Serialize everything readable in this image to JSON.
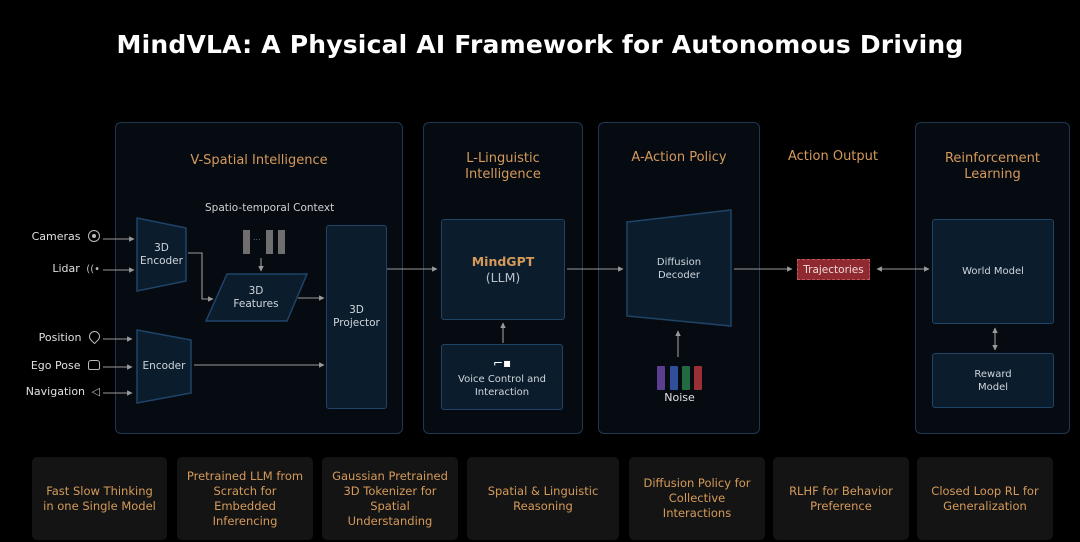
{
  "title": "MindVLA: A Physical AI Framework for Autonomous Driving",
  "colors": {
    "background": "#000000",
    "panel_border": "#1f3850",
    "node_fill": "#0b1c2c",
    "node_border": "#1f4468",
    "accent_orange": "#d59a5a",
    "trajectory_red": "#8e2a30",
    "feature_card": "#141414",
    "noise": [
      "#5b3f8e",
      "#2f4f9a",
      "#226a40",
      "#9a2f35"
    ]
  },
  "inputs": [
    {
      "label": "Cameras",
      "icon": "camera-icon"
    },
    {
      "label": "Lidar",
      "icon": "lidar-icon"
    },
    {
      "label": "Position",
      "icon": "location-pin-icon"
    },
    {
      "label": "Ego Pose",
      "icon": "car-icon"
    },
    {
      "label": "Navigation",
      "icon": "navigation-arrow-icon"
    }
  ],
  "spatial": {
    "title": "V-Spatial Intelligence",
    "context_label": "Spatio-temporal Context",
    "context_ellipsis": "...",
    "encoder_3d": "3D\nEncoder",
    "encoder_3d_l1": "3D",
    "encoder_3d_l2": "Encoder",
    "features_l1": "3D",
    "features_l2": "Features",
    "encoder": "Encoder",
    "projector_l1": "3D",
    "projector_l2": "Projector"
  },
  "linguistic": {
    "title_l1": "L-Linguistic",
    "title_l2": "Intelligence",
    "llm_name": "MindGPT",
    "llm_sub": "(LLM)",
    "voice_l1": "Voice Control and",
    "voice_l2": "Interaction",
    "voice_icon": "robot-arm-icon"
  },
  "action": {
    "title": "A-Action Policy",
    "decoder_l1": "Diffusion",
    "decoder_l2": "Decoder",
    "noise_label": "Noise"
  },
  "output": {
    "title": "Action Output",
    "trajectories": "Trajectories"
  },
  "rl": {
    "title_l1": "Reinforcement",
    "title_l2": "Learning",
    "world_model": "World Model",
    "reward_l1": "Reward",
    "reward_l2": "Model"
  },
  "features": [
    {
      "l1": "Fast Slow Thinking",
      "l2": "in one Single Model",
      "l3": ""
    },
    {
      "l1": "Pretrained LLM from",
      "l2": "Scratch for Embedded",
      "l3": "Inferencing"
    },
    {
      "l1": "Gaussian Pretrained",
      "l2": "3D Tokenizer for",
      "l3": "Spatial Understanding"
    },
    {
      "l1": "Spatial & Linguistic",
      "l2": "Reasoning",
      "l3": ""
    },
    {
      "l1": "Diffusion Policy for",
      "l2": "Collective Interactions",
      "l3": ""
    },
    {
      "l1": "RLHF for Behavior",
      "l2": "Preference",
      "l3": ""
    },
    {
      "l1": "Closed Loop RL for",
      "l2": "Generalization",
      "l3": ""
    }
  ]
}
